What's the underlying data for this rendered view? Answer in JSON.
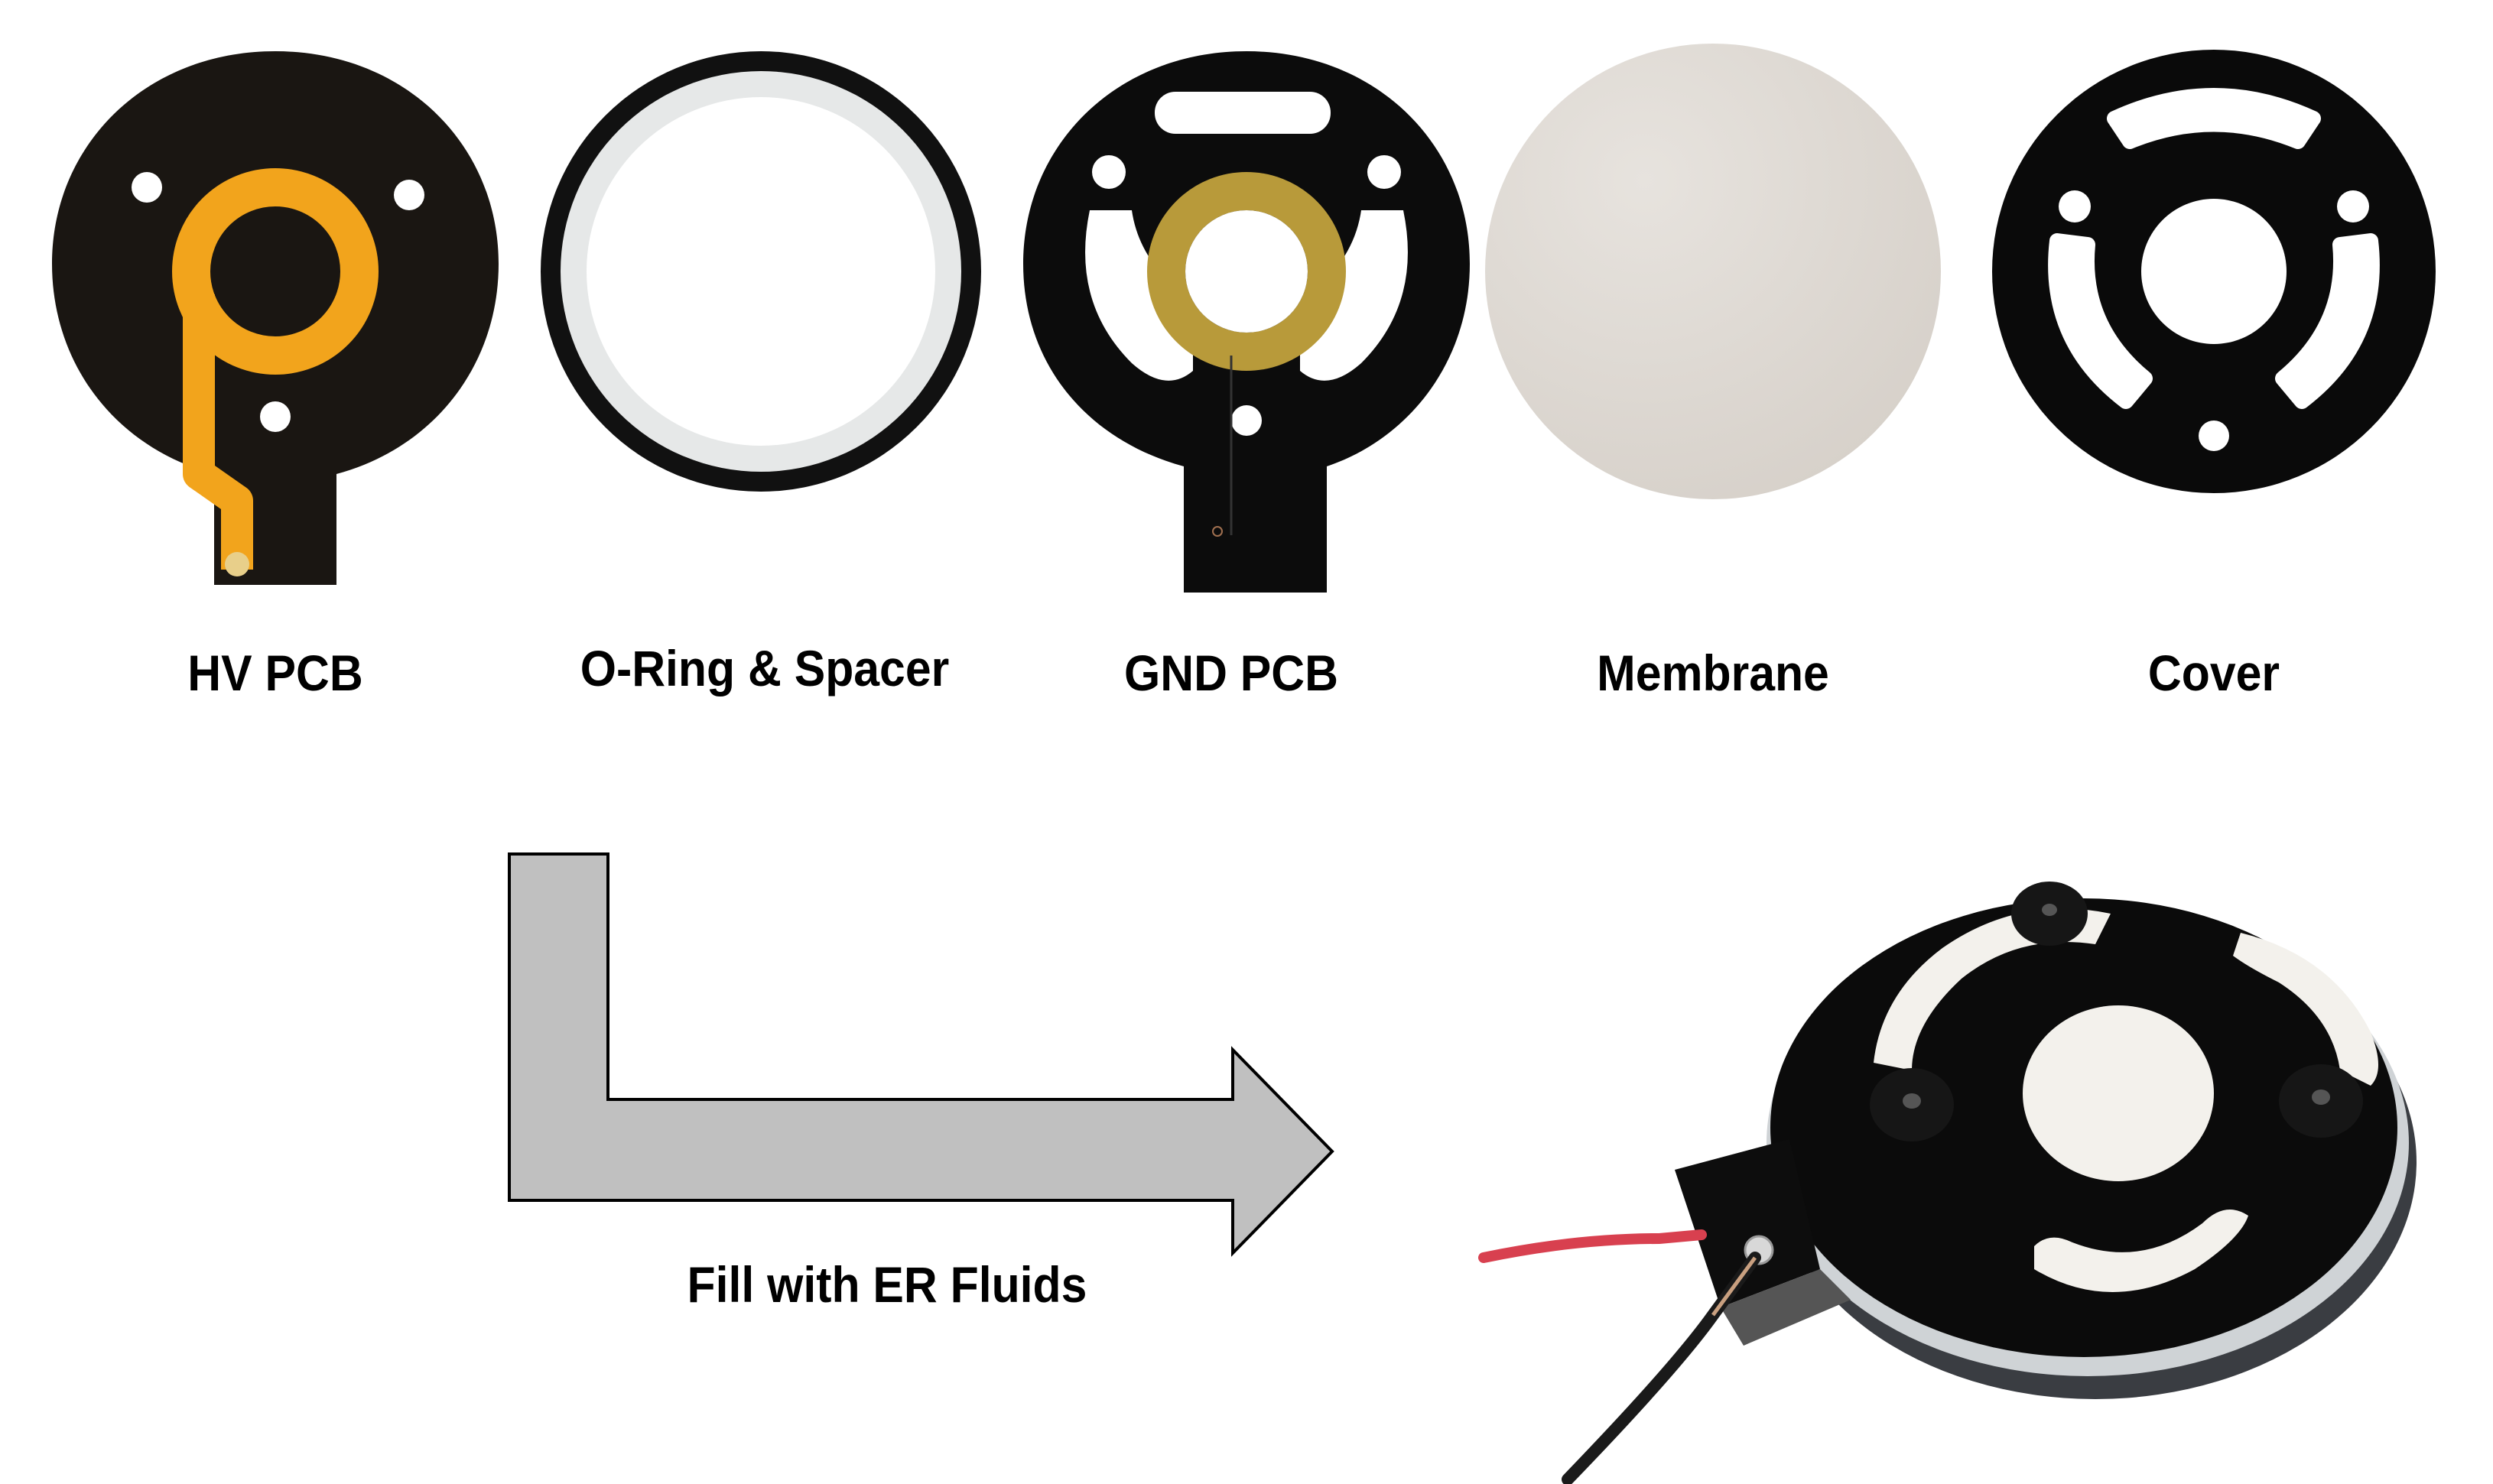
{
  "figure": {
    "components": [
      {
        "id": "hv-pcb",
        "label": "HV PCB",
        "trace_color": "#F2A41C",
        "board_color": "#1a1612"
      },
      {
        "id": "oring-spacer",
        "label": "O-Ring & Spacer",
        "ring_color": "#111111",
        "spacer_color": "#e6e8e8"
      },
      {
        "id": "gnd-pcb",
        "label": "GND PCB",
        "electrode_color": "#B89A3A",
        "board_color": "#0c0c0c"
      },
      {
        "id": "membrane",
        "label": "Membrane",
        "color": "#ddd8d2"
      },
      {
        "id": "cover",
        "label": "Cover",
        "color": "#0a0a0a"
      }
    ],
    "process_arrow": {
      "label": "Fill with ER Fluids",
      "fill_color": "#c0c0c0",
      "stroke_color": "#000000"
    },
    "assembled_device": {
      "description": "assembled-actuator-photo",
      "wire_colors": [
        "#d8404f",
        "#1a1a1a"
      ]
    }
  }
}
